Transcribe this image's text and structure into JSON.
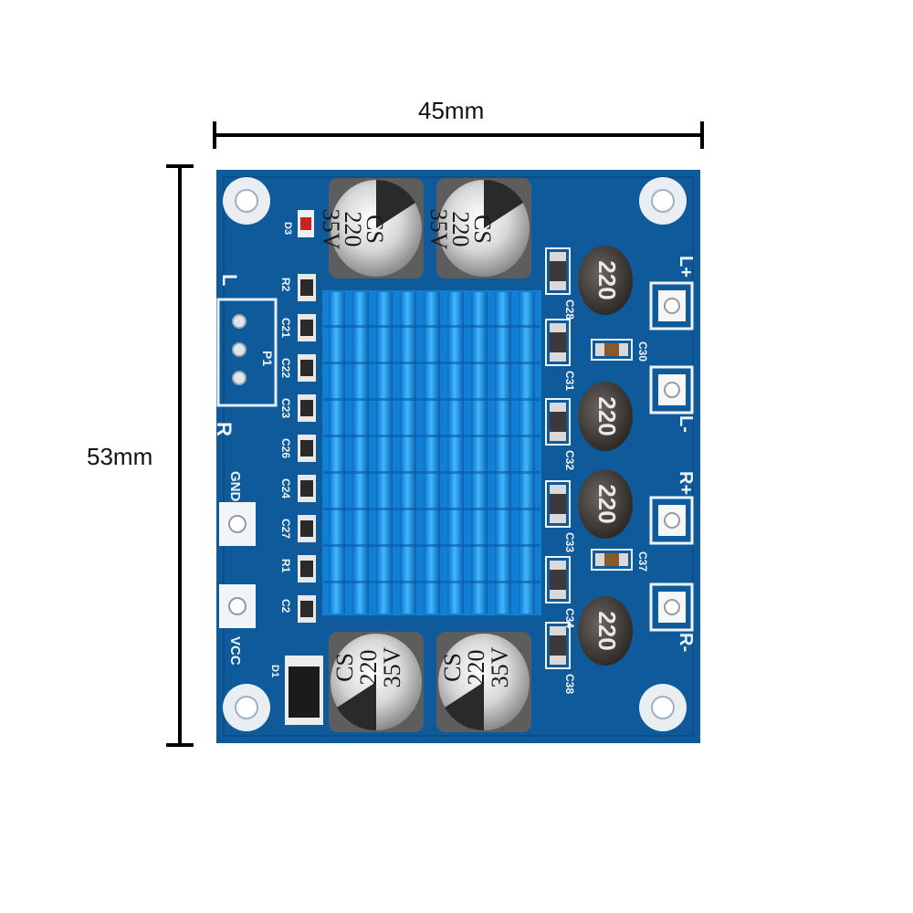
{
  "dimensions": {
    "width_label": "45mm",
    "height_label": "53mm"
  },
  "board": {
    "pcb_color": "#0f5a9a",
    "heatsink_color": "#1d9ce6",
    "capacitors": [
      {
        "id": "cap-top-left",
        "lines": [
          "CS",
          "220",
          "35V"
        ]
      },
      {
        "id": "cap-top-right",
        "lines": [
          "CS",
          "220",
          "35V"
        ]
      },
      {
        "id": "cap-bottom-left",
        "lines": [
          "CS",
          "220",
          "35V"
        ]
      },
      {
        "id": "cap-bottom-right",
        "lines": [
          "CS",
          "220",
          "35V"
        ]
      }
    ],
    "inductors": [
      "220",
      "220",
      "220",
      "220"
    ],
    "terminals_right": [
      "L+",
      "L-",
      "R+",
      "R-"
    ],
    "terminals_left": [
      "GND",
      "VCC"
    ],
    "left_labels": {
      "header": "P1",
      "channel_top": "L",
      "channel_bottom": "R",
      "diode_top": "D3",
      "diode_bottom": "D1",
      "parts": [
        "R2",
        "C21",
        "C22",
        "C23",
        "C26",
        "C24",
        "C27",
        "R1",
        "C2"
      ]
    },
    "right_labels": [
      "C28",
      "C30",
      "C31",
      "C32",
      "C33",
      "C37",
      "C34",
      "C38"
    ]
  }
}
